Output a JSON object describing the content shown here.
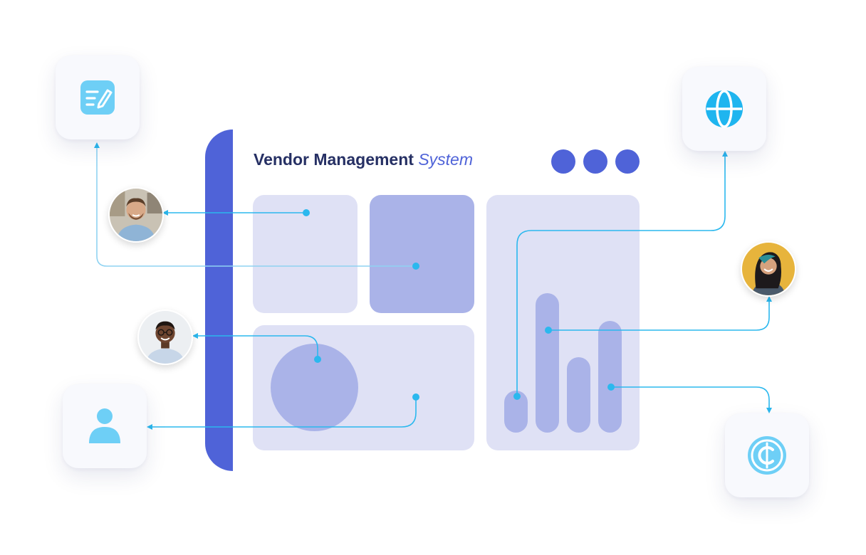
{
  "title": {
    "main": "Vendor Management",
    "accent": "System"
  },
  "window_controls": [
    "dot",
    "dot",
    "dot"
  ],
  "colors": {
    "primary": "#4f63d8",
    "panel_light": "#dfe1f5",
    "panel_dark": "#aab3e8",
    "connector": "#2bb8ee",
    "icon_tile_bg": "#f8f9fd",
    "title_text": "#263064"
  },
  "icons": {
    "top_left": "signature-icon",
    "top_right": "globe-icon",
    "bottom_left": "user-icon",
    "bottom_right": "coin-icon"
  },
  "people": [
    {
      "name": "avatar-man-beard"
    },
    {
      "name": "avatar-man-glasses"
    },
    {
      "name": "avatar-woman-smiling"
    }
  ],
  "chart_bars": [
    0.3,
    1.0,
    0.54,
    0.8
  ]
}
